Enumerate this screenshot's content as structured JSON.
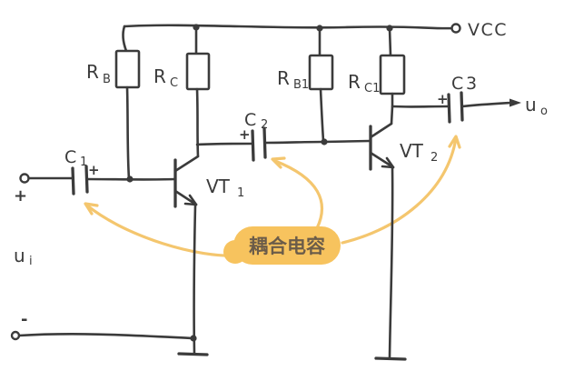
{
  "colors": {
    "ink": "#3b3b3b",
    "highlight_fill": "#f7c35e",
    "highlight_arrow": "#f4c66e",
    "annotation_text": "#6b5c49",
    "background": "#ffffff"
  },
  "power": {
    "vcc_label": "VCC"
  },
  "output": {
    "label_main": "u",
    "label_sub": "o"
  },
  "input": {
    "label_main": "u",
    "label_sub": "i",
    "plus": "+",
    "minus": "-"
  },
  "resistors": {
    "rb": {
      "main": "R",
      "sub": "B"
    },
    "rc": {
      "main": "R",
      "sub": "C"
    },
    "rb1": {
      "main": "R",
      "sub": "B1"
    },
    "rc1": {
      "main": "R",
      "sub": "C1"
    }
  },
  "capacitors": {
    "c1": {
      "main": "C",
      "sub": "1",
      "polarity": "+"
    },
    "c2": {
      "main": "C",
      "sub": "2",
      "polarity": "+"
    },
    "c3": {
      "main": "C",
      "sub": "3",
      "polarity": "+"
    }
  },
  "transistors": {
    "vt1": {
      "main": "VT",
      "sub": "1"
    },
    "vt2": {
      "main": "VT",
      "sub": "2"
    }
  },
  "annotation": {
    "text": "耦合电容"
  }
}
